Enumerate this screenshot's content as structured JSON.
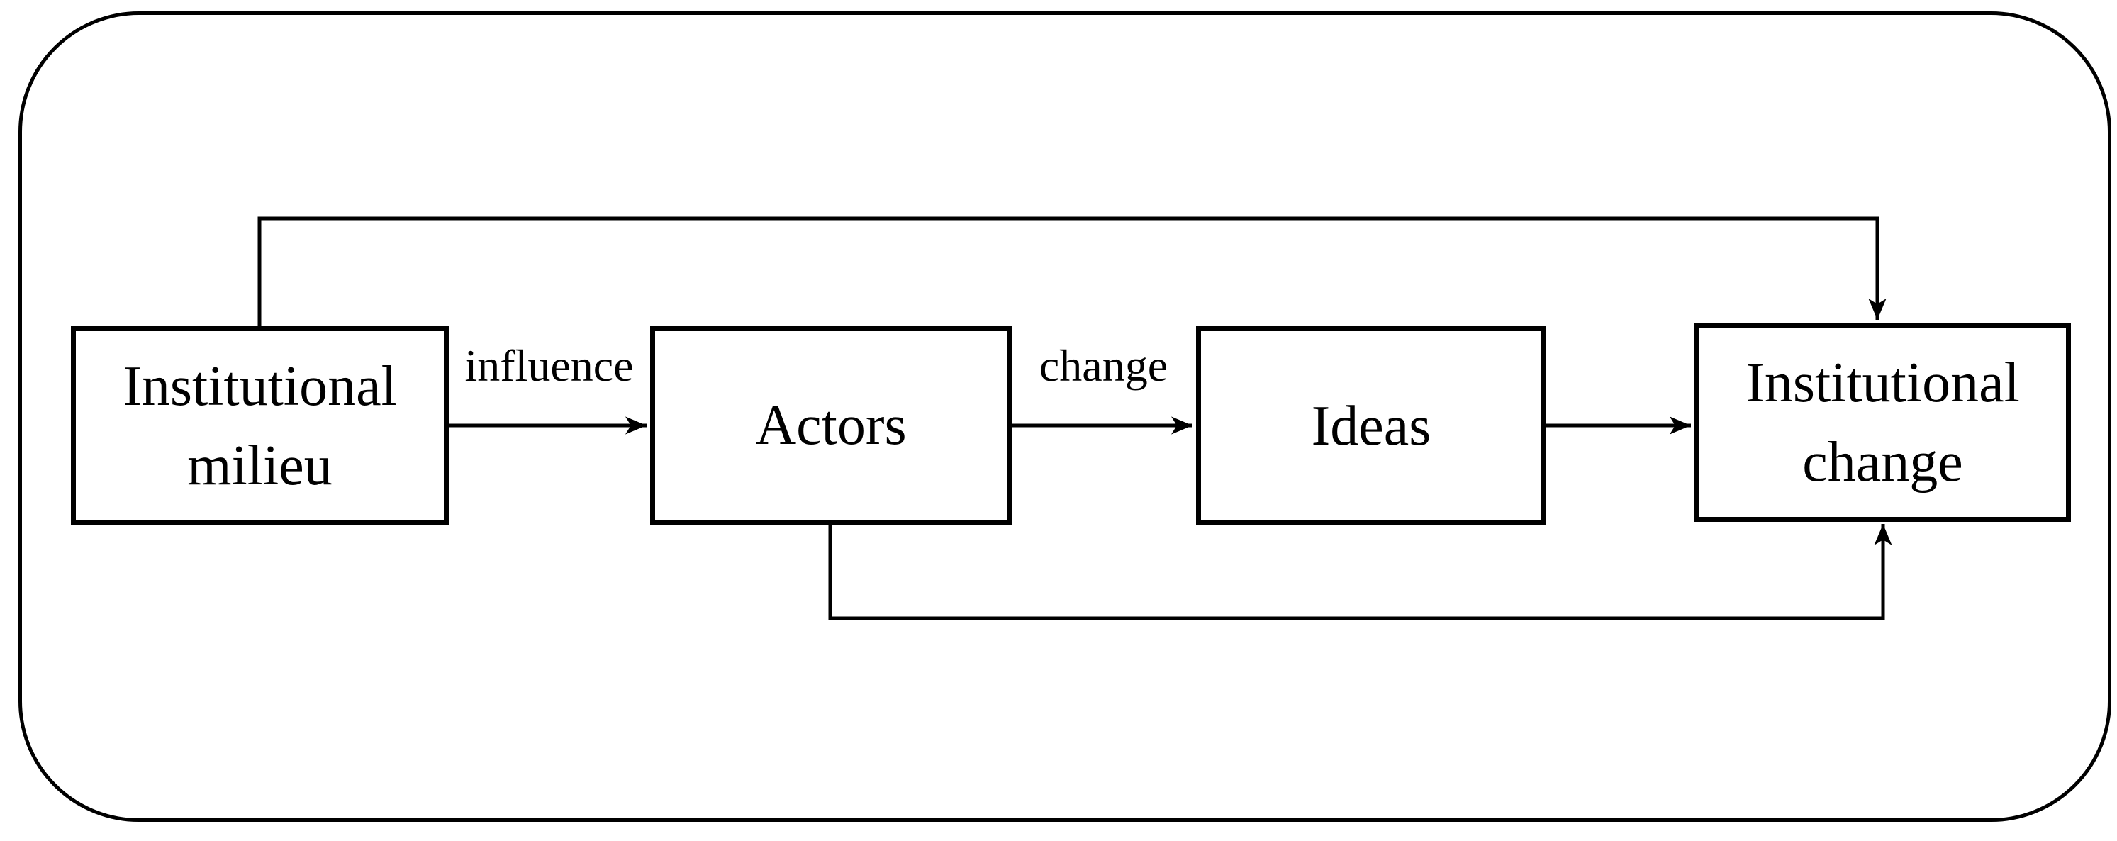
{
  "diagram": {
    "colors": {
      "background": "#ffffff",
      "stroke": "#000000",
      "text": "#000000"
    },
    "frame": {
      "shape": "rounded-rectangle"
    },
    "nodes": [
      {
        "id": "institutional-milieu",
        "lines": [
          "Institutional",
          "milieu"
        ]
      },
      {
        "id": "actors",
        "lines": [
          "Actors"
        ]
      },
      {
        "id": "ideas",
        "lines": [
          "Ideas"
        ]
      },
      {
        "id": "institutional-change",
        "lines": [
          "Institutional",
          "change"
        ]
      }
    ],
    "edges": [
      {
        "from": "Institutional milieu",
        "to": "Actors",
        "label": "influence",
        "route": "direct-horizontal"
      },
      {
        "from": "Actors",
        "to": "Ideas",
        "label": "change",
        "route": "direct-horizontal"
      },
      {
        "from": "Ideas",
        "to": "Institutional change",
        "label": "",
        "route": "direct-horizontal"
      },
      {
        "from": "Institutional milieu",
        "to": "Institutional change",
        "label": "",
        "route": "over-top"
      },
      {
        "from": "Actors",
        "to": "Institutional change",
        "label": "",
        "route": "under-bottom"
      }
    ]
  }
}
